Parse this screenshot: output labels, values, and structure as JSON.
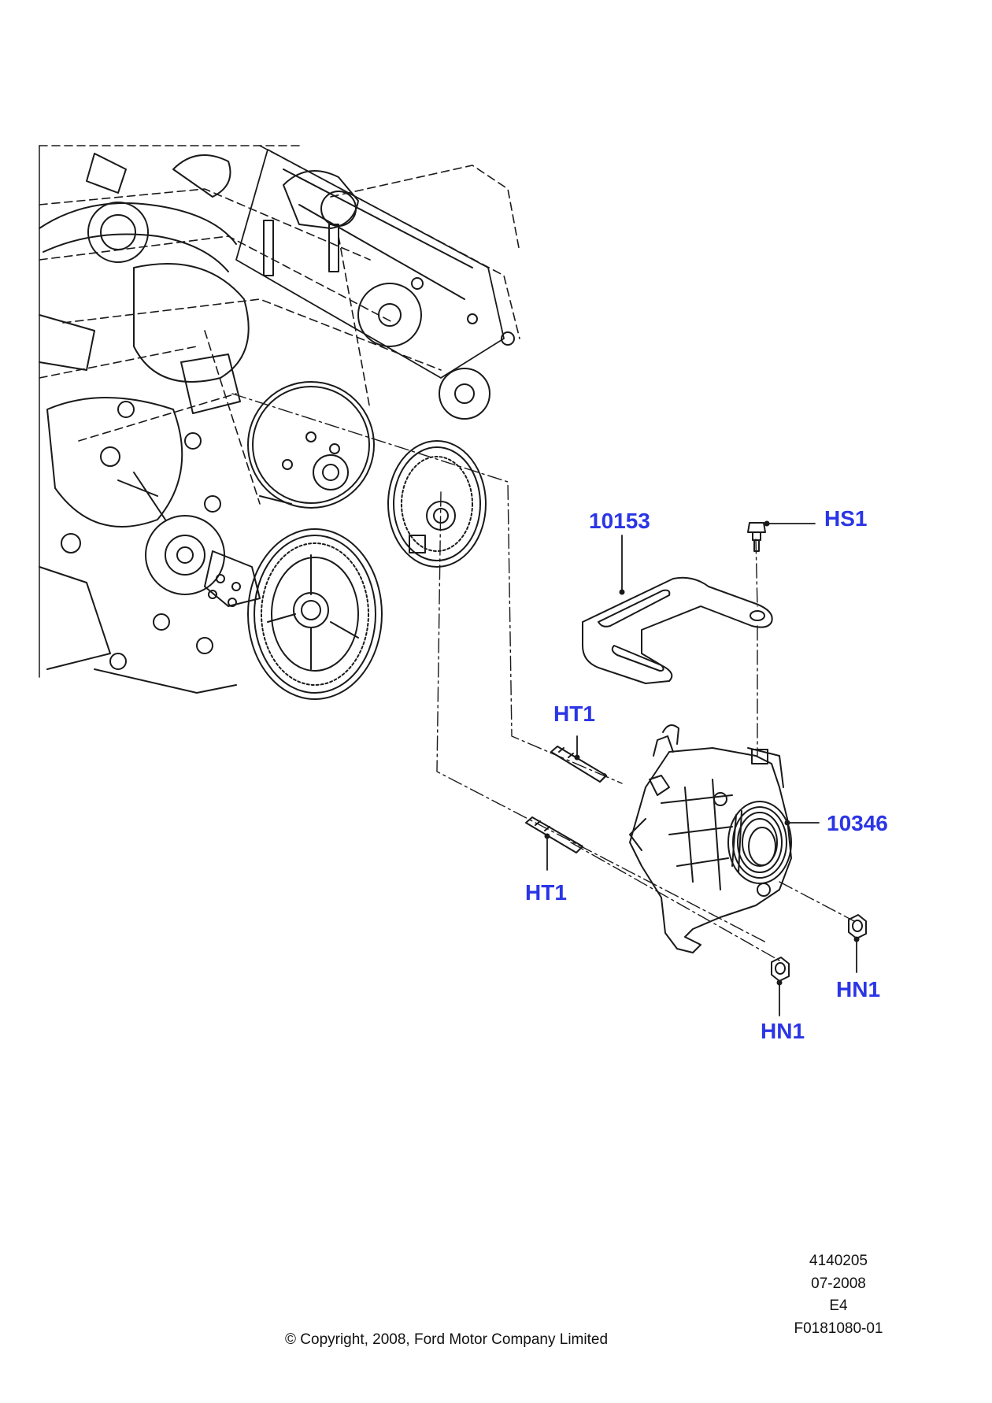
{
  "callouts": {
    "bracket": "10153",
    "bolt_top": "HS1",
    "stud_upper": "HT1",
    "stud_lower": "HT1",
    "alternator": "10346",
    "nut_right": "HN1",
    "nut_lower": "HN1"
  },
  "footer": {
    "copyright": "© Copyright, 2008, Ford Motor Company Limited",
    "ref_number": "4140205",
    "date": "07-2008",
    "edition": "E4",
    "figure_id": "F0181080-01"
  },
  "colors": {
    "callout": "#2b35e6",
    "line": "#1a1a1a",
    "text": "#111111"
  }
}
